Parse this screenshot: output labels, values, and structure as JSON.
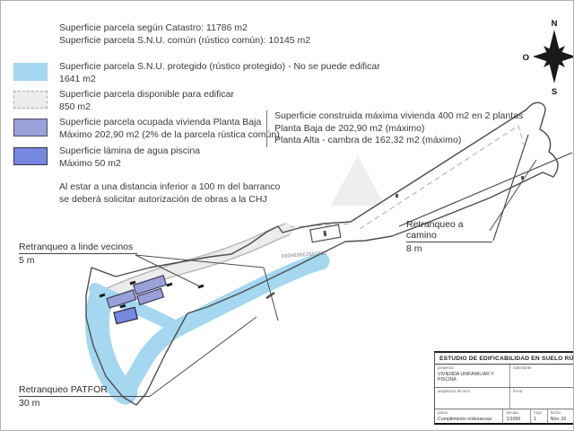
{
  "colors": {
    "protected_blue": "#a5d8f0",
    "available_gray": "#ececec",
    "vivienda_purple": "#9aa0d8",
    "piscina_blue": "#7587de",
    "line_dark": "#4d4d4d"
  },
  "legend": {
    "header_lines": [
      "Superficie parcela según Catastro: 11786 m2",
      "Superficie parcela S.N.U. común (rústico común): 10145 m2"
    ],
    "items": [
      {
        "label": "Superficie parcela S.N.U. protegido (rústico protegido) - No se puede edificar",
        "value": "1641 m2"
      },
      {
        "label": "Superficie parcela disponible para edificar",
        "value": "850 m2"
      },
      {
        "label": "Superficie parcela ocupada vivienda Planta Baja",
        "value": "Máximo 202,90 m2 (2% de la parcela rústica común)"
      },
      {
        "label": "Superficie lámina de agua piscina",
        "value": "Máximo 50 m2"
      }
    ],
    "note_lines": [
      "Al estar a una distancia inferior a 100 m del barranco",
      "se deberá solicitar autorización de obras a la CHJ"
    ]
  },
  "construction": {
    "lines": [
      "Superficie construida máxima vivienda 400 m2 en 2 plantas",
      "Planta Baja de 202,90 m2 (máximo)",
      "Planta Alta - cambra de 162,32 m2 (máximo)"
    ]
  },
  "setbacks": [
    {
      "label": "Retranqueo a linde vecinos",
      "value": "5 m"
    },
    {
      "label": "Retranqueo a camino",
      "value": "8 m"
    },
    {
      "label": "Retranqueo PATFOR",
      "value": "30 m"
    }
  ],
  "compass": {
    "north": "N",
    "west": "O",
    "south": "S"
  },
  "map": {
    "cadastral_ref": "0304606E2552552"
  },
  "title_block": {
    "title": "ESTUDIO DE EDIFICABILIDAD EN SUELO RÚSTICO",
    "proyecto_label": "proyecto",
    "proyecto_value": "VIVIENDA UNIFAMILIAR Y PISCINA",
    "solicitante_label": "solicitante",
    "arquitecto_label": "arquitecto técnico",
    "firma_label": "firma",
    "plano_label": "plano",
    "plano_value": "Cumplimiento ordenanzas",
    "escala_label": "escala",
    "escala_value": "1/1000",
    "hoja_label": "hoja",
    "hoja_value": "1",
    "fecha_label": "fecha",
    "fecha_value": "Nov. 20"
  }
}
